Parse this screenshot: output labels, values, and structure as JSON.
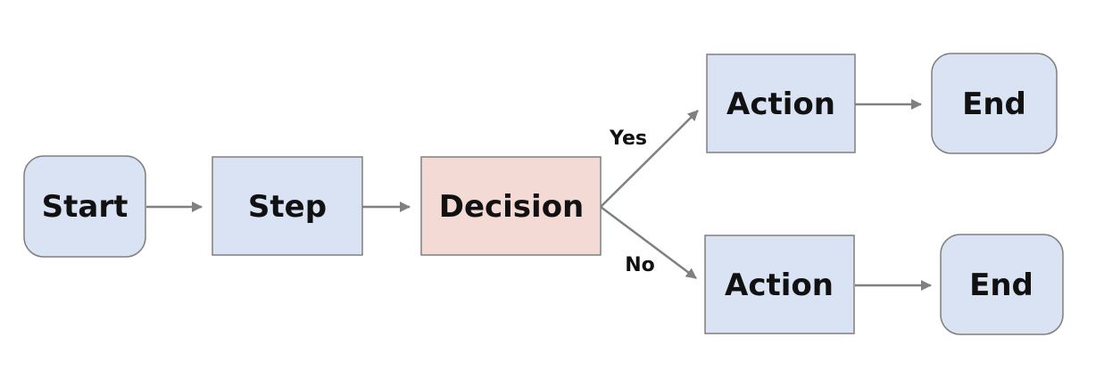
{
  "colors": {
    "node_fill": "#dae3f3",
    "decision_fill": "#f4dad5",
    "node_stroke": "#7f7f7f",
    "arrow": "#808080",
    "text": "#111111"
  },
  "nodes": {
    "start": {
      "label": "Start",
      "shape": "rounded-rect"
    },
    "step": {
      "label": "Step",
      "shape": "rect"
    },
    "decision": {
      "label": "Decision",
      "shape": "rect"
    },
    "action_yes": {
      "label": "Action",
      "shape": "rect"
    },
    "end_yes": {
      "label": "End",
      "shape": "rounded-rect"
    },
    "action_no": {
      "label": "Action",
      "shape": "rect"
    },
    "end_no": {
      "label": "End",
      "shape": "rounded-rect"
    }
  },
  "edges": {
    "yes_label": "Yes",
    "no_label": "No"
  }
}
